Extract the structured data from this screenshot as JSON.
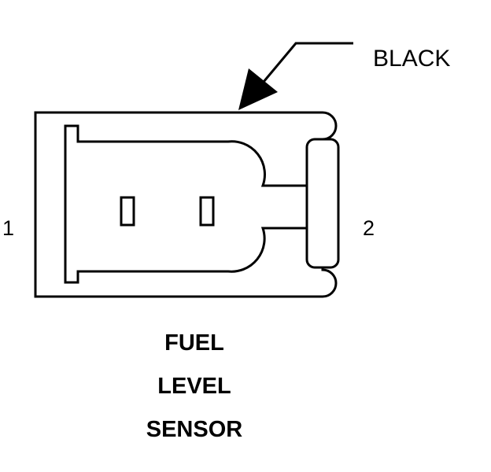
{
  "callout": {
    "label": "BLACK"
  },
  "pins": {
    "left": "1",
    "right": "2"
  },
  "caption": {
    "lines": [
      "FUEL",
      "LEVEL",
      "SENSOR"
    ]
  }
}
